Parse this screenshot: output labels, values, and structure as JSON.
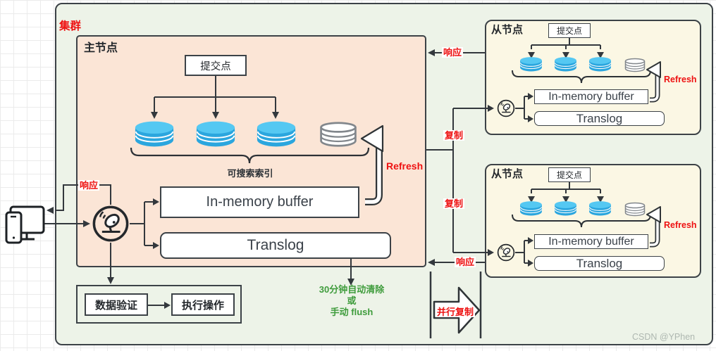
{
  "cluster": {
    "title": "集群"
  },
  "master": {
    "title": "主节点",
    "commit_label": "提交点",
    "searchable_index_label": "可搜索索引",
    "buffer_label": "In-memory buffer",
    "translog_label": "Translog",
    "refresh_label": "Refresh",
    "response_label": "响应"
  },
  "replicas": [
    {
      "title": "从节点",
      "commit_label": "提交点",
      "buffer_label": "In-memory buffer",
      "translog_label": "Translog",
      "refresh_label": "Refresh",
      "response_label": "响应"
    },
    {
      "title": "从节点",
      "commit_label": "提交点",
      "buffer_label": "In-memory buffer",
      "translog_label": "Translog",
      "refresh_label": "Refresh",
      "response_label": "响应"
    }
  ],
  "replication": {
    "copy_label": "复制",
    "parallel_label": "并行复制"
  },
  "validation": {
    "step1": "数据验证",
    "step2": "执行操作"
  },
  "flush_note": {
    "line1": "30分钟自动清除",
    "line2": "或",
    "line3": "手动 flush"
  },
  "watermark": "CSDN @YPhen",
  "colors": {
    "accent_red": "#ee1111",
    "note_green": "#3f9c3c",
    "cluster_fill": "#edf3e8",
    "master_fill": "#fbe5d6",
    "replica_fill": "#fbf7e4",
    "cylinder_blue": "#2ba6de",
    "cylinder_blue_top": "#55c8f2",
    "line_dark": "#33383d"
  }
}
